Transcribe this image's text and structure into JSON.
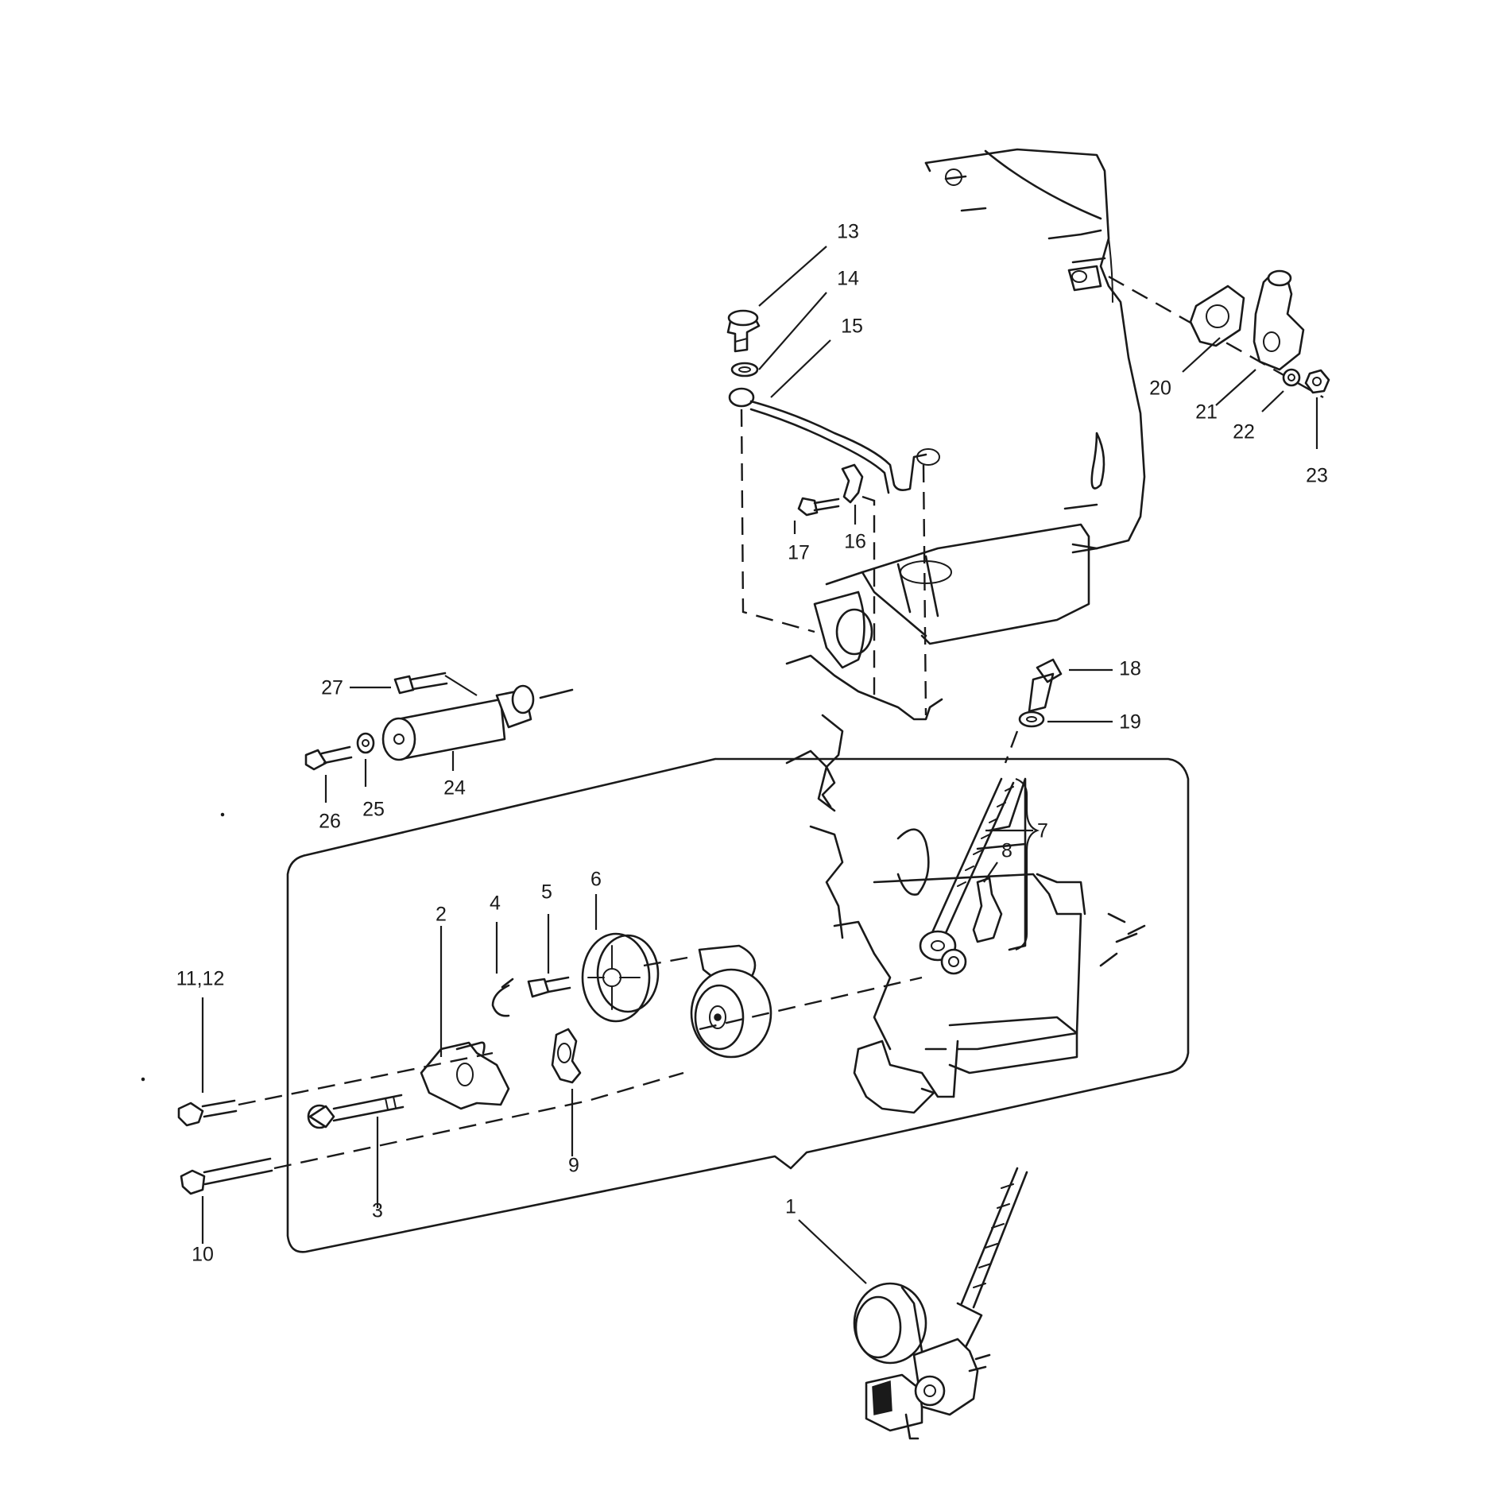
{
  "diagram": {
    "type": "exploded-parts-view",
    "colors": {
      "line": "#1a1a1a",
      "background": "#ffffff"
    },
    "callouts": {
      "p1": "1",
      "p2": "2",
      "p3": "3",
      "p4": "4",
      "p5": "5",
      "p6": "6",
      "p7": "7",
      "p8": "8",
      "p9": "9",
      "p10": "10",
      "p11_12": "11,12",
      "p13": "13",
      "p14": "14",
      "p15": "15",
      "p16": "16",
      "p17": "17",
      "p18": "18",
      "p19": "19",
      "p20": "20",
      "p21": "21",
      "p22": "22",
      "p23": "23",
      "p24": "24",
      "p25": "25",
      "p26": "26",
      "p27": "27"
    }
  }
}
